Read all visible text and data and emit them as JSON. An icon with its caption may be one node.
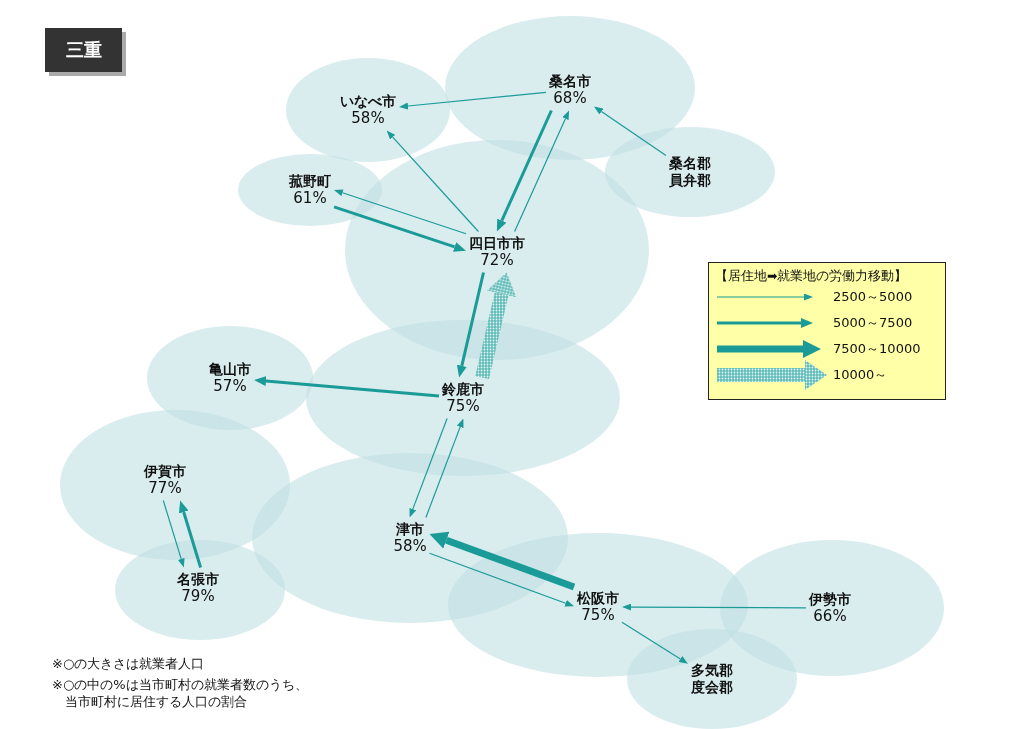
{
  "diagram": {
    "title": "三重",
    "nodes": [
      {
        "text": [
          "いなべ市",
          "58%"
        ]
      },
      {
        "text": [
          "桑名市",
          "68%"
        ]
      },
      {
        "text": [
          "桑名郡",
          "員弁郡"
        ]
      },
      {
        "text": [
          "菰野町",
          "61%"
        ]
      },
      {
        "text": [
          "四日市市",
          "72%"
        ]
      },
      {
        "text": [
          "亀山市",
          "57%"
        ]
      },
      {
        "text": [
          "鈴鹿市",
          "75%"
        ]
      },
      {
        "text": [
          "伊賀市",
          "77%"
        ]
      },
      {
        "text": [
          "津市",
          "58%"
        ]
      },
      {
        "text": [
          "名張市",
          "79%"
        ]
      },
      {
        "text": [
          "松阪市",
          "75%"
        ]
      },
      {
        "text": [
          "伊勢市",
          "66%"
        ]
      },
      {
        "text": [
          "多気郡",
          "度会郡"
        ]
      }
    ],
    "edges": [
      {
        "from": 1,
        "to": 0,
        "arrow": "to"
      },
      {
        "from": 4,
        "to": 0,
        "arrow": "to"
      },
      {
        "from": 4,
        "to": 1,
        "arrow": "to"
      },
      {
        "from": 1,
        "to": 4,
        "arrow": "to",
        "style": "thick"
      },
      {
        "from": 2,
        "to": 1,
        "arrow": "to"
      },
      {
        "from": 4,
        "to": 3,
        "arrow": "to"
      },
      {
        "from": 3,
        "to": 4,
        "arrow": "to",
        "style": "thick"
      },
      {
        "from": 6,
        "to": 4,
        "arrow": "to",
        "style": "thick"
      },
      {
        "from": 4,
        "to": 6,
        "arrow": "to",
        "style": "thick"
      },
      {
        "from": 6,
        "to": 5,
        "arrow": "to",
        "style": "thick"
      },
      {
        "from": 8,
        "to": 6,
        "arrow": "to"
      },
      {
        "from": 6,
        "to": 8,
        "arrow": "to"
      },
      {
        "from": 7,
        "to": 9,
        "arrow": "to"
      },
      {
        "from": 9,
        "to": 7,
        "arrow": "to",
        "style": "thick"
      },
      {
        "from": 10,
        "to": 8,
        "arrow": "to",
        "style": "thick"
      },
      {
        "from": 8,
        "to": 10,
        "arrow": "to"
      },
      {
        "from": 11,
        "to": 10,
        "arrow": "to"
      },
      {
        "from": 10,
        "to": 12,
        "arrow": "to"
      }
    ],
    "labels": [
      "【居住地➡就業地の労働力移動】",
      "※○の大きさは就業者人口",
      "※○の中の%は当市町村の就業者数のうち、当市町村に居住する人口の割合"
    ],
    "legend": [
      {
        "text": "2500～5000"
      },
      {
        "text": "5000～7500"
      },
      {
        "text": "7500～10000"
      },
      {
        "text": "10000～"
      }
    ]
  }
}
